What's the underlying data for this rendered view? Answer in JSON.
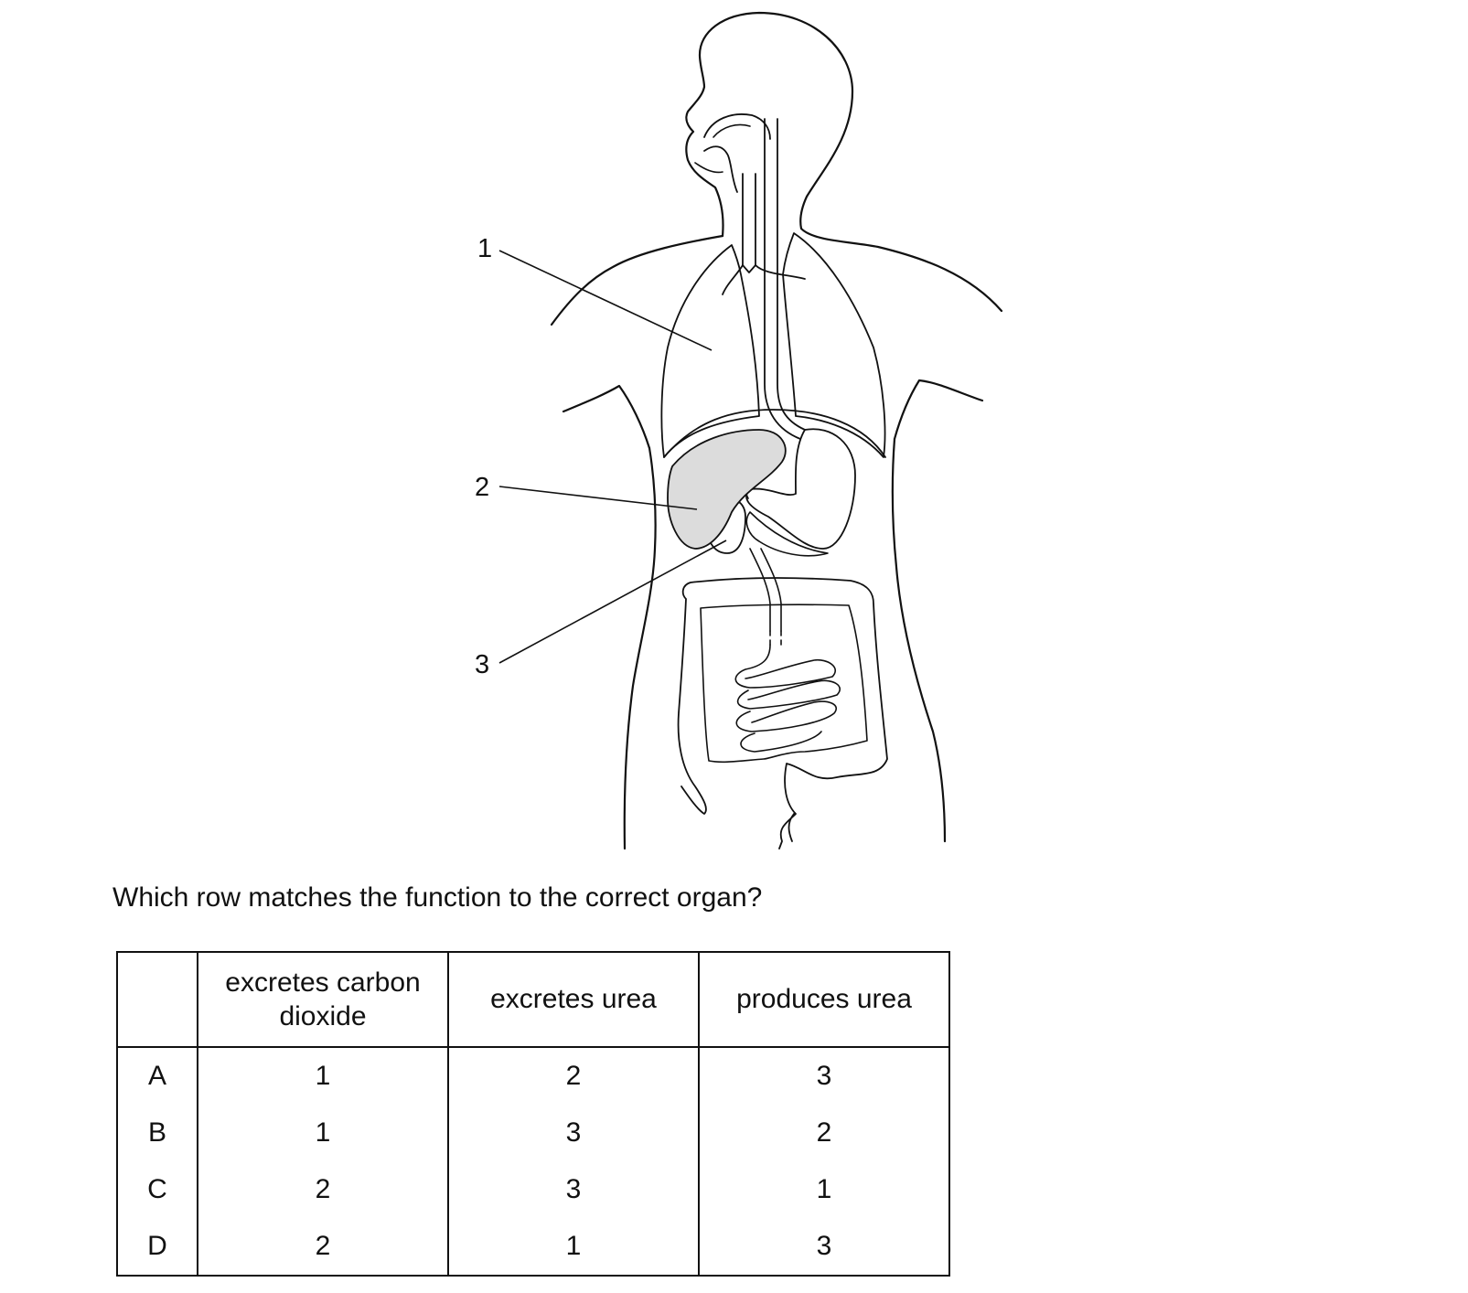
{
  "diagram": {
    "labels": [
      "1",
      "2",
      "3"
    ]
  },
  "question": "Which row matches the function to the correct organ?",
  "table": {
    "headers": [
      "",
      "excretes carbon dioxide",
      "excretes urea",
      "produces urea"
    ],
    "rows": [
      {
        "letter": "A",
        "values": [
          "1",
          "2",
          "3"
        ]
      },
      {
        "letter": "B",
        "values": [
          "1",
          "3",
          "2"
        ]
      },
      {
        "letter": "C",
        "values": [
          "2",
          "3",
          "1"
        ]
      },
      {
        "letter": "D",
        "values": [
          "2",
          "1",
          "3"
        ]
      }
    ]
  }
}
